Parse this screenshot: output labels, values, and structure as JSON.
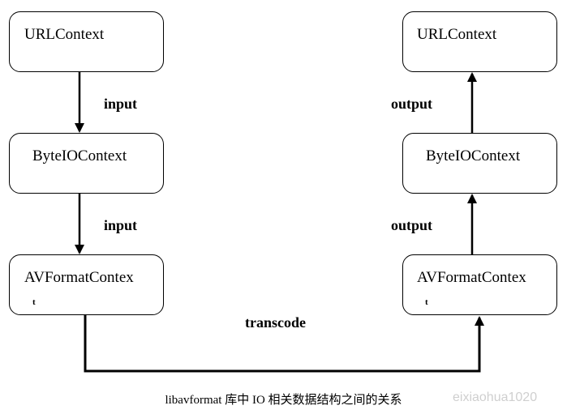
{
  "nodes": {
    "left_url": "URLContext",
    "left_byteio": "ByteIOContext",
    "left_avformat": "AVFormatContex",
    "left_avformat_tail": "t",
    "right_url": "URLContext",
    "right_byteio": "ByteIOContext",
    "right_avformat": "AVFormatContex",
    "right_avformat_tail": "t"
  },
  "edge_labels": {
    "left_top": "input",
    "left_bottom": "input",
    "right_top": "output",
    "right_bottom": "output",
    "bottom": "transcode"
  },
  "caption": "libavformat 库中 IO 相关数据结构之间的关系",
  "watermark": "eixiaohua1020"
}
